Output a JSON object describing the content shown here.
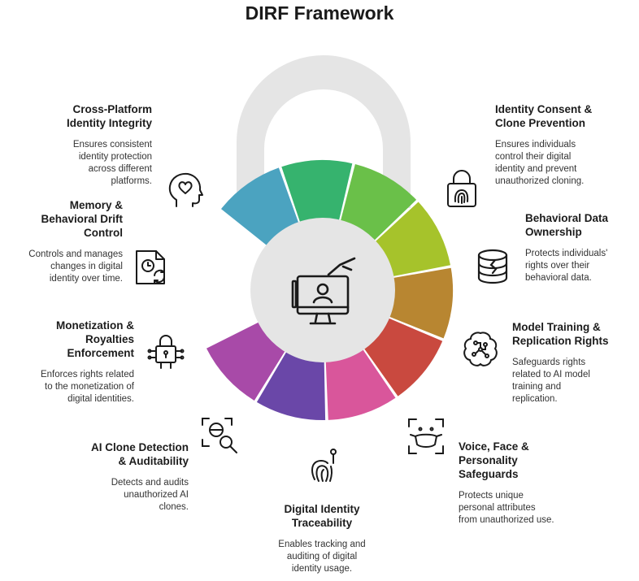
{
  "title": "DIRF Framework",
  "colors": {
    "shackle": "#e5e5e5",
    "hub": "#e5e5e5",
    "segments": [
      "#4ba3c0",
      "#36b36e",
      "#6ac049",
      "#a6c32b",
      "#b88631",
      "#c9493f",
      "#d9569b",
      "#6a47a8",
      "#a84aa8"
    ]
  },
  "sections": [
    {
      "heading": "Identity Consent &\nClone Prevention",
      "description": "Ensures individuals\ncontrol their digital\nidentity and prevent\nunauthorized cloning.",
      "icon": "fingerprint-lock-icon"
    },
    {
      "heading": "Behavioral Data\nOwnership",
      "description": "Protects individuals'\nrights over their\nbehavioral data.",
      "icon": "database-icon"
    },
    {
      "heading": "Model Training &\nReplication Rights",
      "description": "Safeguards rights\nrelated to AI model\ntraining and\nreplication.",
      "icon": "brain-circuit-icon"
    },
    {
      "heading": "Voice, Face &\nPersonality\nSafeguards",
      "description": "Protects unique\npersonal attributes\nfrom unauthorized use.",
      "icon": "face-scan-icon"
    },
    {
      "heading": "Digital Identity\nTraceability",
      "description": "Enables tracking and\nauditing of digital\nidentity usage.",
      "icon": "fingerprint-trace-icon"
    },
    {
      "heading": "AI Clone Detection\n& Auditability",
      "description": "Detects and audits\nunauthorized AI\nclones.",
      "icon": "scan-search-icon"
    },
    {
      "heading": "Monetization &\nRoyalties\nEnforcement",
      "description": "Enforces rights related\nto the monetization of\ndigital identities.",
      "icon": "circuit-lock-icon"
    },
    {
      "heading": "Memory &\nBehavioral Drift\nControl",
      "description": "Controls and manages\nchanges in digital\nidentity over time.",
      "icon": "document-clock-icon"
    },
    {
      "heading": "Cross-Platform\nIdentity Integrity",
      "description": "Ensures consistent\nidentity protection\nacross different\nplatforms.",
      "icon": "head-heart-icon"
    }
  ],
  "center_icon": "digital-identity-monitor-icon"
}
